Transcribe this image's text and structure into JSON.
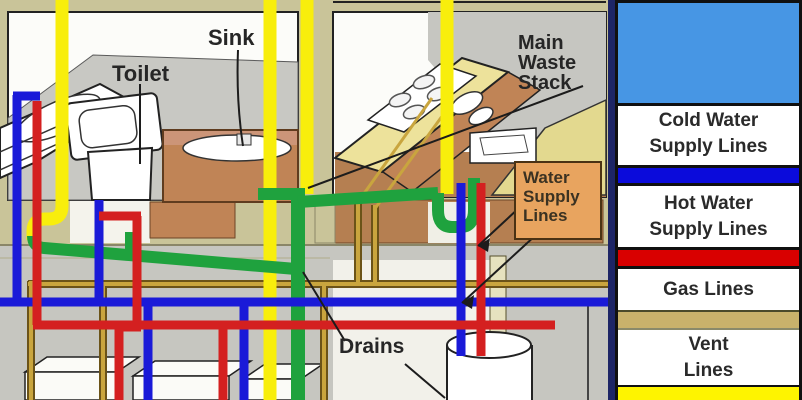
{
  "diagram": {
    "labels": {
      "toilet": "Toilet",
      "sink": "Sink",
      "main_waste_stack_line1": "Main",
      "main_waste_stack_line2": "Waste",
      "main_waste_stack_line3": "Stack",
      "water_supply_line1": "Water",
      "water_supply_line2": "Supply",
      "water_supply_line3": "Lines",
      "drains": "Drains"
    },
    "pipe_colors": {
      "cold_water": "#1a1ad8",
      "hot_water": "#d42020",
      "gas": "#c9a53e",
      "vent": "#f8ee0c",
      "drain_waste": "#1fa23e"
    },
    "surface_colors": {
      "wall_frame_khaki": "#c9c499",
      "room_wall_gray": "#c6c6c0",
      "cabinet_brown": "#c08456",
      "label_box_orange": "#e8a45f"
    }
  },
  "legend": {
    "header_color": "#4796e4",
    "items": [
      {
        "line1": "Cold Water",
        "line2": "Supply Lines",
        "color": "#0b0bdb"
      },
      {
        "line1": "Hot Water",
        "line2": "Supply Lines",
        "color": "#d90000"
      },
      {
        "line1": "Gas Lines",
        "line2": "",
        "color": "#c9b26b"
      },
      {
        "line1": "Vent",
        "line2": "Lines",
        "color": "#fef400"
      }
    ]
  }
}
